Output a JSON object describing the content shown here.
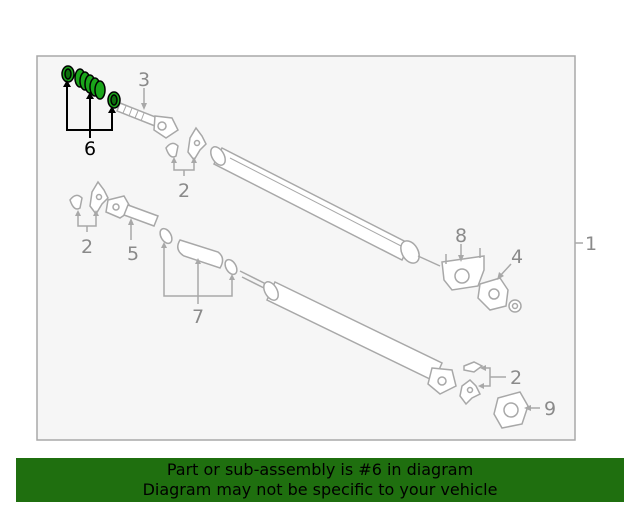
{
  "diagram": {
    "callouts": {
      "c1": "1",
      "c2a": "2",
      "c2b": "2",
      "c2c": "2",
      "c3": "3",
      "c4": "4",
      "c5": "5",
      "c6": "6",
      "c7": "7",
      "c8": "8",
      "c9": "9"
    }
  },
  "colors": {
    "highlight": "#1aa51a",
    "part_stroke": "#a8a8a8",
    "panel_bg": "#f6f6f6",
    "banner_bg": "#1f6f0f"
  },
  "banner": {
    "line1": "Part or sub-assembly is #6 in diagram",
    "line2": "Diagram may not be specific to your vehicle"
  }
}
